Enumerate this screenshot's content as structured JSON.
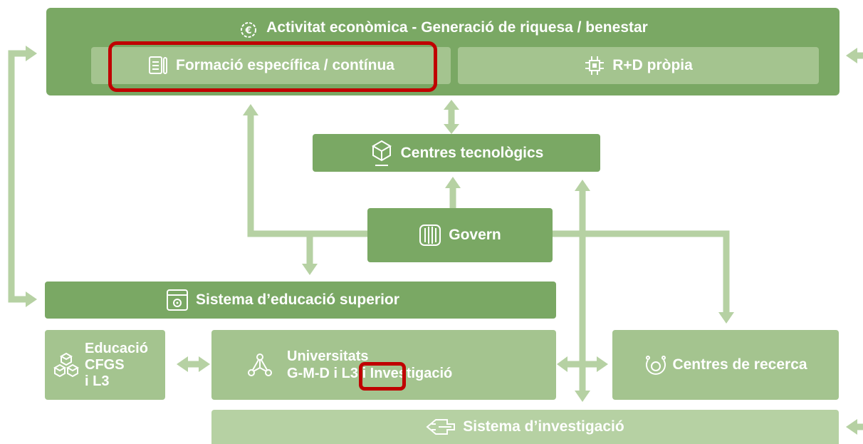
{
  "economic_box": {
    "title": "Activitat econòmica - Generació de riquesa / benestar",
    "icon": "gear-euro-icon",
    "training": {
      "label": "Formació específica / contínua",
      "icon": "notepad-icon"
    },
    "rd": {
      "label": "R+D pròpia",
      "icon": "chip-icon"
    }
  },
  "tech_centres": {
    "label": "Centres tecnològics",
    "icon": "cube-icon"
  },
  "government": {
    "label": "Govern",
    "icon": "catalan-flag-icon"
  },
  "higher_education": {
    "label": "Sistema d’educació superior",
    "icon": "browser-gear-icon"
  },
  "vet_education": {
    "line1": "Educació",
    "line2": "CFGS",
    "line3": "i L3",
    "icon": "cubes-icon"
  },
  "universities": {
    "line1": "Universitats",
    "line2a": "G-M-D",
    "line2b": "i L3",
    "line2c": "i Investigació",
    "icon": "network-icon"
  },
  "research_centres": {
    "label": "Centres de recerca",
    "icon": "atom-icon"
  },
  "research_system": {
    "label": "Sistema d’investigació",
    "icon": "hand-icon"
  },
  "colors": {
    "dark": "#7aa864",
    "mid": "#a4c48f",
    "light": "#b6d1a3",
    "connector": "#b6d1a3",
    "highlight": "#c00000"
  }
}
